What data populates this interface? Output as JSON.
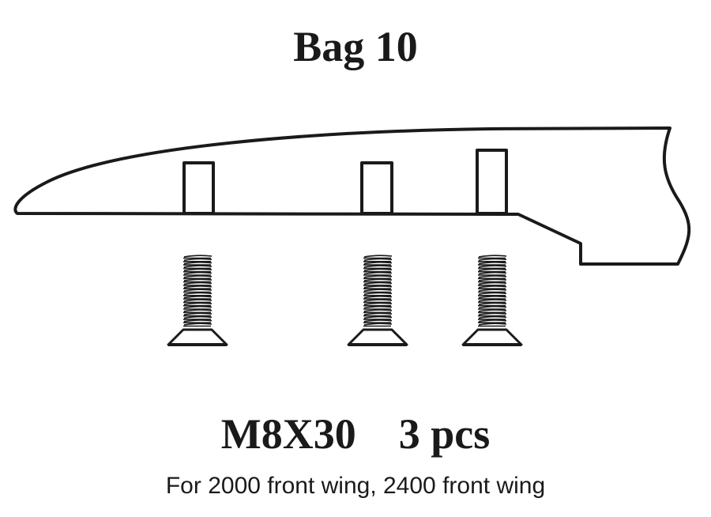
{
  "title": "Bag 10",
  "spec": {
    "size": "M8X30",
    "quantity": "3 pcs"
  },
  "note": "For 2000 front wing, 2400 front wing",
  "colors": {
    "line": "#1a1a1a",
    "background": "#ffffff"
  },
  "screw_count": 3
}
